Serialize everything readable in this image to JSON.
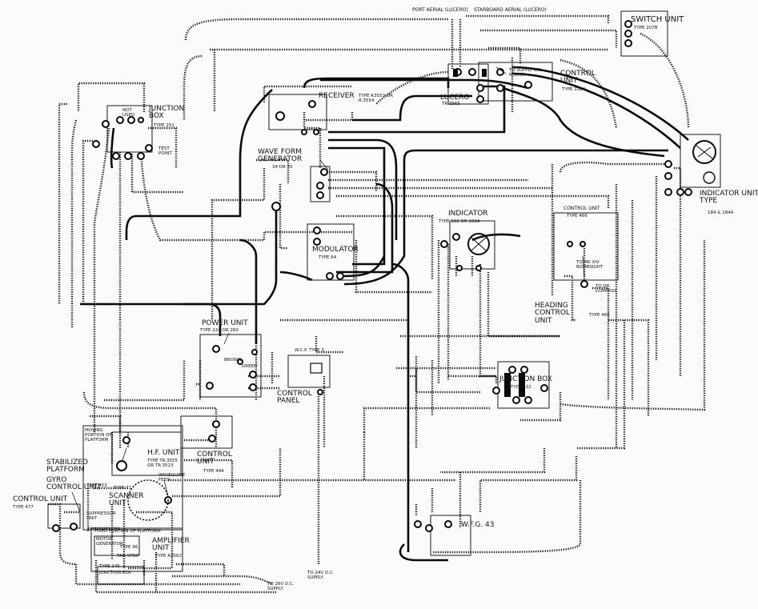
{
  "aerials": {
    "port": "PORT AERIAL (LUCERO)",
    "starboard": "STARBOARD AERIAL (LUCERO)"
  },
  "switch_unit": {
    "title": "SWITCH UNIT",
    "type": "TYPE 207B"
  },
  "control_unit_2224": {
    "title": "CONTROL UNIT",
    "type": "TYPE 2224"
  },
  "to_supply": "TO SUPPLY ON R.3090",
  "lucero": {
    "title": "LUCERO",
    "type": "TR.3565"
  },
  "receiver": {
    "title": "RECEIVER",
    "type": "TYPE R3553 OR R.3554"
  },
  "junction_box_251": {
    "title": "JUNCTION BOX",
    "type": "TYPE 251",
    "not_used": "NOT USED",
    "test_point": "TEST POINT"
  },
  "wave_form_generator": {
    "title": "WAVE FORM GENERATOR",
    "type": "34 OR 35"
  },
  "indicator_unit": {
    "title": "INDICATOR UNIT TYPE",
    "type": "184 & 184A"
  },
  "indicator": {
    "title": "INDICATOR",
    "type": "TYPE 182 OR 182A"
  },
  "control_unit_466": {
    "title": "CONTROL UNIT",
    "type": "TYPE 466",
    "to_mk4": "TO MK XIV BOMBSIGHT",
    "to_compass": "TO DR. COMPASS"
  },
  "modulator": {
    "title": "MODULATOR",
    "type": "TYPE 64"
  },
  "heading_control_unit": {
    "title": "HEADING CONTROL UNIT",
    "type": "TYPE 466"
  },
  "power_unit": {
    "title": "POWER UNIT",
    "type": "TYPE 224 OR 260",
    "brown": "BROWN",
    "green": "GREEN"
  },
  "wcp": {
    "type": "W.C.P. TYPE 3"
  },
  "control_panel": "CONTROL PANEL",
  "junction_box_222": {
    "title": "JUNCTION BOX",
    "type": "TYPE 222"
  },
  "moving_portion": "MOVING PORTION OF PLATFORM",
  "hf_unit": {
    "title": "H.F. UNIT",
    "type": "TYPE TR.3555 OR TR.3523"
  },
  "control_unit_444": {
    "title": "CONTROL UNIT",
    "type": "TYPE 444"
  },
  "stabilized_platform": "STABILIZED PLATFORM",
  "gyro_control_unit": {
    "title": "GYRO CONTROL UNIT",
    "type": "TYPE 453"
  },
  "waveguide_feed": "WAVEGUIDE FEED",
  "scanner_unit": {
    "title": "SCANNER UNIT",
    "type": "TYPE 71"
  },
  "control_unit_477": {
    "title": "CONTROL UNIT",
    "type": "TYPE 477"
  },
  "suppressor_unit": "SUPPRESSOR UNIT",
  "fixed_portion": "FIXED PORTION OF PLATFORM",
  "motor_generator": {
    "title": "MOTOR GENERATOR",
    "type": "TYPE 96"
  },
  "amplifier_unit": {
    "title": "AMPLIFIER UNIT",
    "type": "TYPE A3562"
  },
  "tag_strip": "TAG STRIP",
  "junction_box_245": {
    "title": "JUNCTION BOX",
    "type": "TYPE 245"
  },
  "wfg": "W.F.G. 43",
  "supply_26v": "TO 26V D.C. SUPPLY",
  "supply_24v": "TO 24V D.C. SUPPLY",
  "colors": {
    "line": "#1a1a1a",
    "background": "#fbfbfb"
  }
}
